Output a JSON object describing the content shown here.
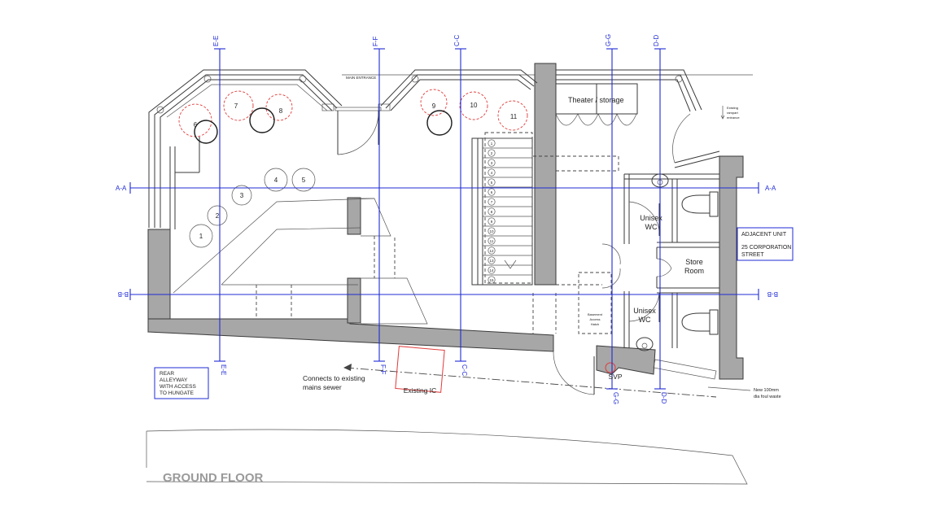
{
  "drawing_title": "GROUND FLOOR",
  "labels": {
    "main_entrance": "MAIN ENTRANCE",
    "theater_storage": "Theater / storage",
    "existing_rampart_entrance": [
      "Existing",
      "rampart",
      "entrance"
    ],
    "unisex_wc_1": [
      "Unisex",
      "WC"
    ],
    "unisex_wc_2": [
      "Unisex",
      "WC"
    ],
    "store_room": [
      "Store",
      "Room"
    ],
    "basement_access_hatch": [
      "Basement",
      "Access",
      "Hatch"
    ],
    "adjacent_unit": "ADJACENT UNIT",
    "adjacent_address": [
      "25 CORPORATION",
      "STREET"
    ],
    "rear_alleyway": [
      "REAR",
      "ALLEYWAY",
      "WITH ACCESS",
      "TO HUNGATE"
    ],
    "connects_sewer": [
      "Connects to existing",
      "mains sewer"
    ],
    "existing_ic": "Existing IC",
    "svp": "SVP",
    "foul_waste": [
      "New 100mm",
      "dia foul waste"
    ]
  },
  "sections": {
    "ee": "E-E",
    "ff": "F-F",
    "cc": "C-C",
    "gg": "G-G",
    "dd": "D-D",
    "aa": "A-A",
    "bb": "B-B"
  },
  "tables": [
    "1",
    "2",
    "3",
    "4",
    "5",
    "6",
    "7",
    "8",
    "9",
    "10",
    "11"
  ],
  "stairs": {
    "step_numbers": [
      "1",
      "2",
      "3",
      "4",
      "5",
      "6",
      "7",
      "8",
      "9",
      "10",
      "11",
      "12",
      "13",
      "14",
      "15"
    ]
  },
  "colors": {
    "section_line": "#1f2bd6",
    "wall_fill": "#a7a7a7",
    "ic_outline": "#e23a3a"
  }
}
